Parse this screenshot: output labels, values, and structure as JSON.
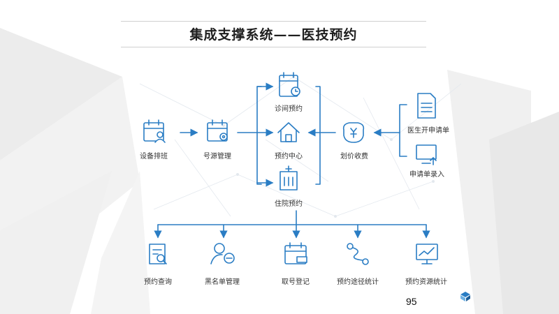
{
  "title": "集成支撑系统——医技预约",
  "page_number": "95",
  "accent_color": "#2a7dc4",
  "nodes": {
    "equipment_scheduling": "设备排班",
    "number_source_management": "号源管理",
    "clinic_booking": "诊间预约",
    "booking_center": "预约中心",
    "inpatient_booking": "住院预约",
    "pricing_charge": "划价收费",
    "doctor_request": "医生开申请单",
    "request_entry": "申请单录入",
    "booking_query": "预约查询",
    "blacklist_management": "黑名单管理",
    "ticket_checkin": "取号登记",
    "booking_channel_stats": "预约途径统计",
    "booking_resource_stats": "预约资源统计"
  },
  "icons": [
    "calendar-user-icon",
    "calendar-gear-icon",
    "calendar-clock-icon",
    "home-icon",
    "hospital-icon",
    "yen-hand-icon",
    "document-icon",
    "monitor-upload-icon",
    "search-doc-icon",
    "user-minus-icon",
    "calendar-ticket-icon",
    "route-icon",
    "chart-monitor-icon"
  ]
}
